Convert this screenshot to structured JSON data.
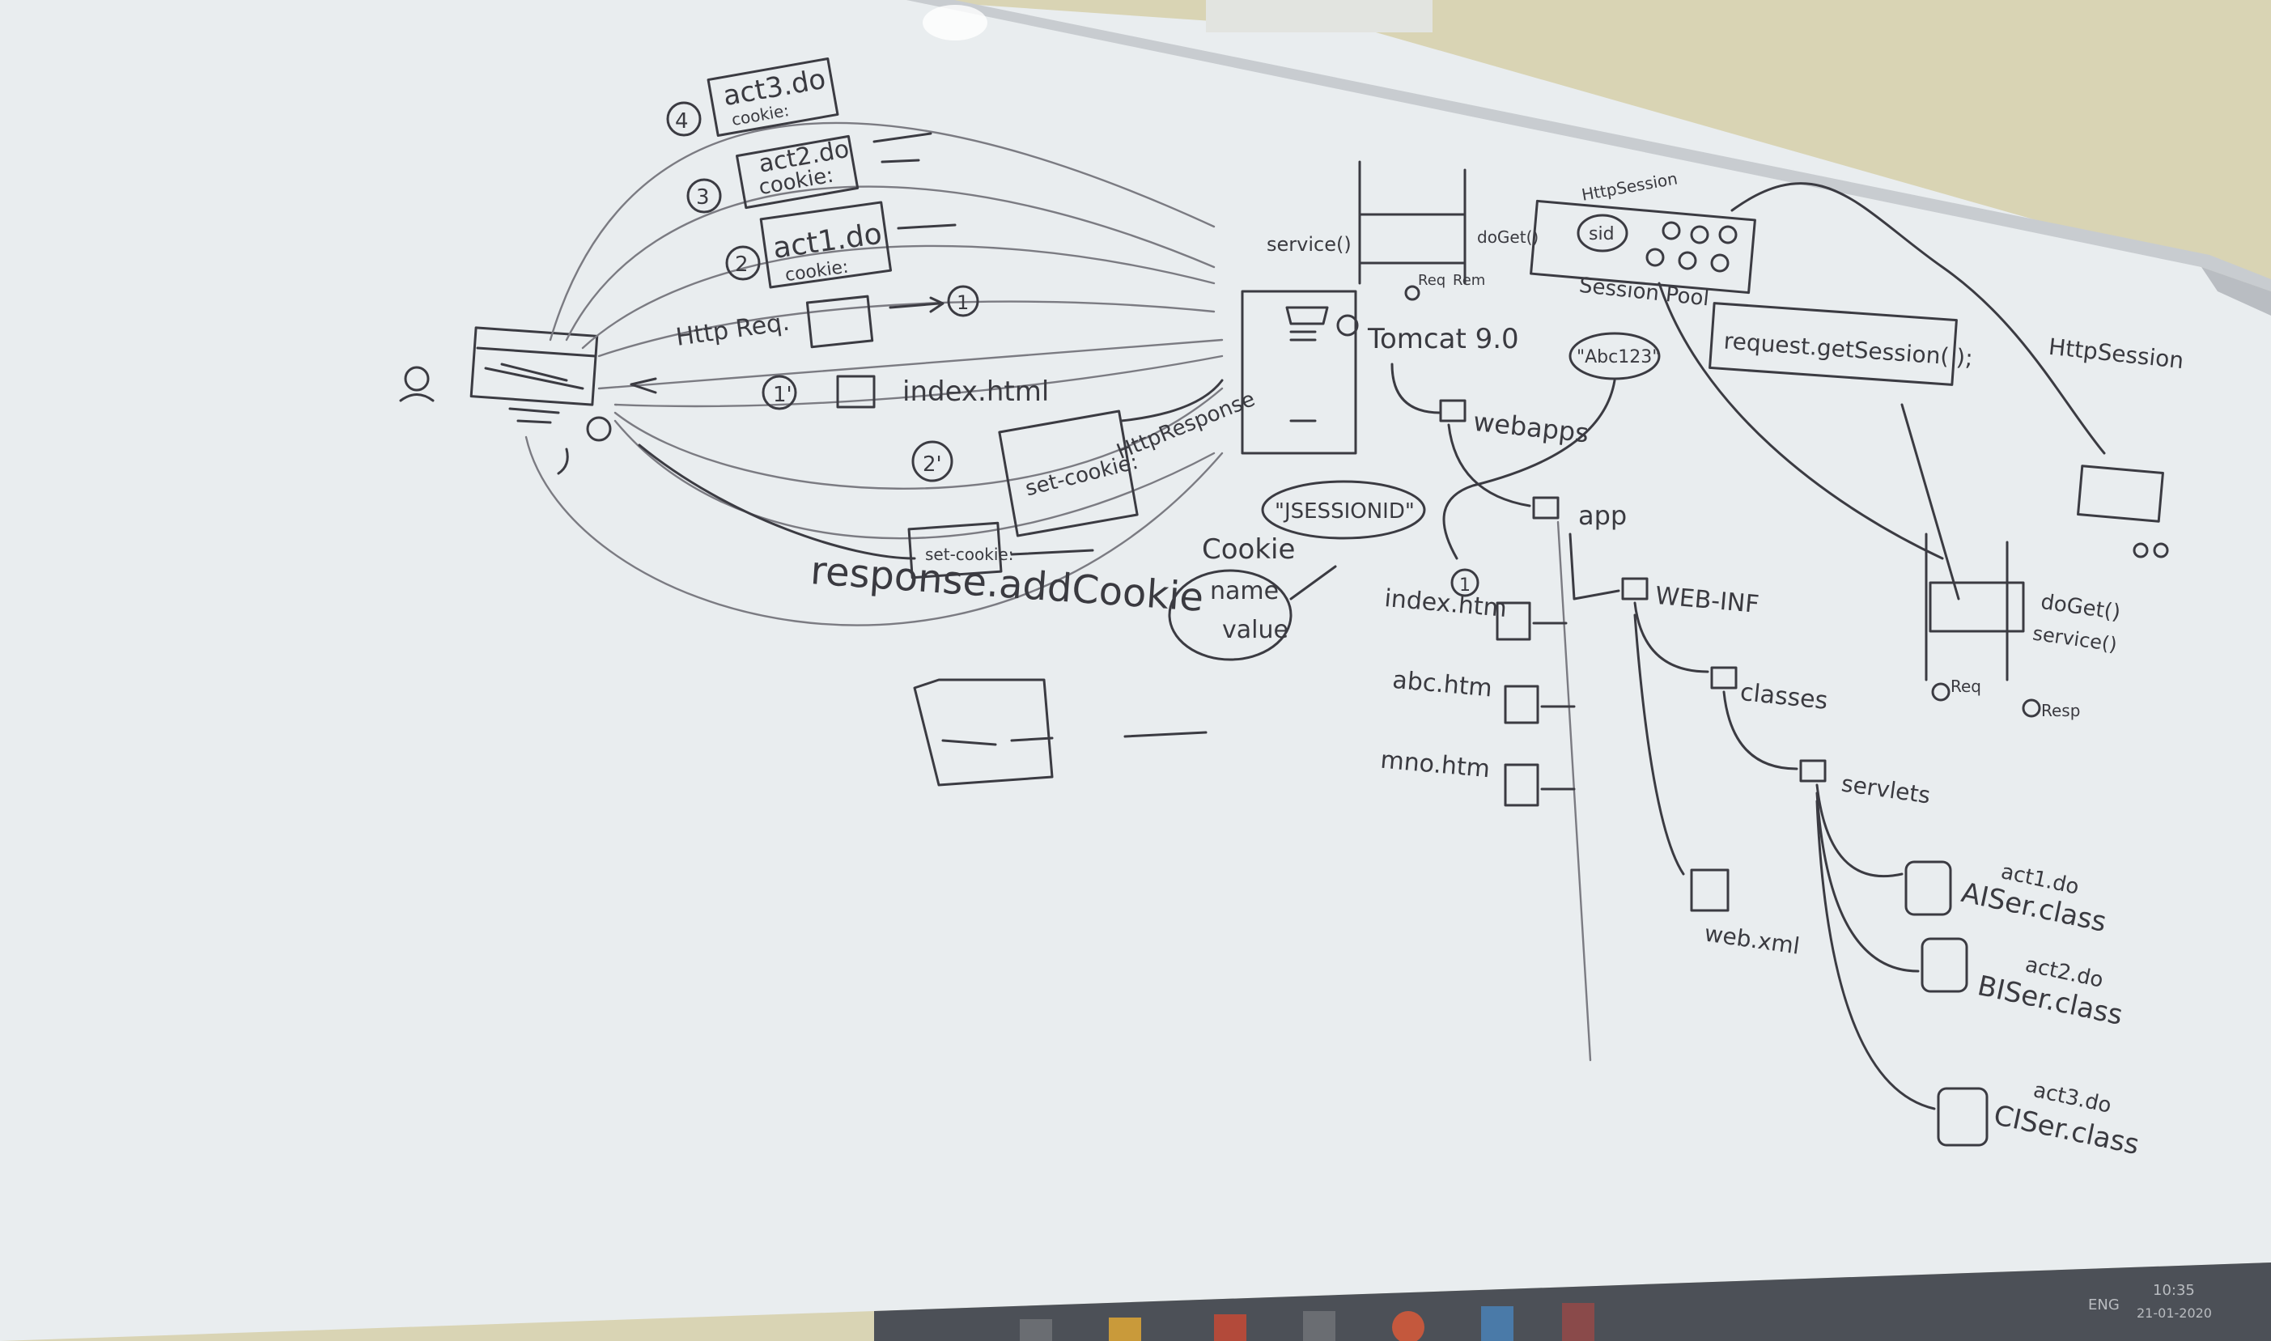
{
  "colors": {
    "wall": "#d9d4b4",
    "board": "#e9edef",
    "frame": "#c8ccd0",
    "ink": "#3b3b42",
    "taskbar": "#4c5057"
  },
  "board": {
    "left": {
      "requests": [
        {
          "num": "4",
          "action": "act3.do",
          "cookie": "cookie:"
        },
        {
          "num": "3",
          "action": "act2.do",
          "cookie": "cookie:"
        },
        {
          "num": "2",
          "action": "act1.do",
          "cookie": "cookie:"
        }
      ],
      "http_req": "Http Req.",
      "circle_1": "1",
      "resp_1": "1'",
      "index_html": "index.html",
      "resp_2": "2'",
      "http_response": "HttpResponse",
      "set_cookie_1": "set-cookie:",
      "set_cookie_2": "set-cookie:",
      "response_add_cookie": "response.addCookie",
      "cookie_label": "Cookie",
      "cookie_name": "name",
      "cookie_value": "value",
      "jsessionid": "\"JSESSIONID\""
    },
    "server": {
      "service": "service()",
      "doget": "doGet()",
      "req": "Req",
      "rem": "Rem",
      "http_session": "HttpSession",
      "sid": "sid",
      "session_pool": "Session Pool",
      "abc123": "\"Abc123\"",
      "request_get_session": "request.getSession( );",
      "http_session_right": "HttpSession",
      "tomcat": "Tomcat 9.0",
      "webapps": "webapps",
      "app": "app",
      "web_inf": "WEB-INF",
      "classes": "classes",
      "servlets": "servlets",
      "web_xml": "web.xml",
      "files": [
        {
          "name": "index.htm",
          "marker": "1"
        },
        {
          "name": "abc.htm"
        },
        {
          "name": "mno.htm"
        }
      ],
      "servlet_classes": [
        {
          "url": "act1.do",
          "cls": "AISer.class"
        },
        {
          "url": "act2.do",
          "cls": "BISer.class"
        },
        {
          "url": "act3.do",
          "cls": "CISer.class"
        }
      ],
      "servlet_right": {
        "doget": "doGet()",
        "service": "service()",
        "req": "Req",
        "resp": "Resp"
      }
    }
  },
  "taskbar": {
    "lang": "ENG",
    "time": "10:35",
    "date": "21-01-2020"
  }
}
